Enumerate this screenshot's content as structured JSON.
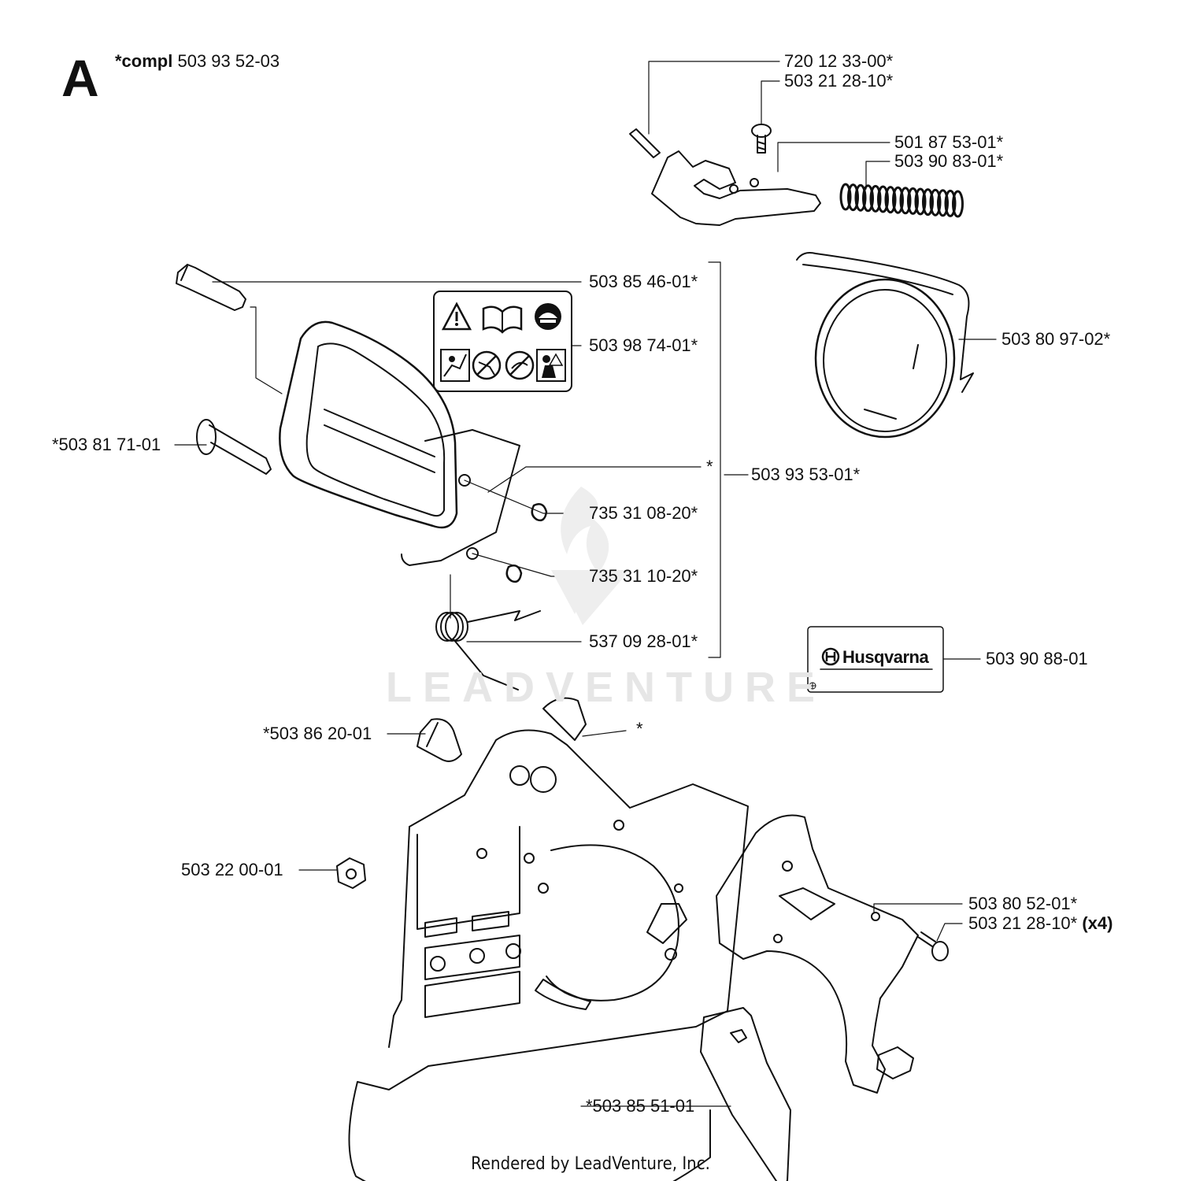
{
  "section_letter": "A",
  "compl_prefix": "*compl",
  "compl_number": "503 93 52-03",
  "labels": {
    "p72012": "720 12 33-00*",
    "p50321_top": "503 21 28-10*",
    "p50187": "501 87 53-01*",
    "p50390_83": "503 90 83-01*",
    "p50385_46": "503 85 46-01*",
    "p50398": "503 98 74-01*",
    "p50380_97": "503 80 97-02*",
    "p50381": "*503 81 71-01",
    "star1": "*",
    "p50393_53": "503 93 53-01*",
    "p73531_08": "735 31 08-20*",
    "p73531_10": "735 31 10-20*",
    "p53709": "537 09 28-01*",
    "p50390_88": "503 90 88-01",
    "p50386": "*503 86 20-01",
    "star2": "*",
    "p50322": "503 22 00-01",
    "p50380_52": "503 80 52-01*",
    "p50321_bottom": "503 21 28-10*",
    "x4": "(x4)",
    "p50385_51": "*503 85 51-01"
  },
  "decal_brand": "Husqvarna",
  "watermark": "LEADVENTURE",
  "footer": "Rendered by LeadVenture, Inc.",
  "icons": [
    "warning-icon",
    "manual-icon",
    "helmet-icon",
    "kickback-icon",
    "no-one-hand-icon",
    "no-tip-icon",
    "two-hand-icon",
    "chainsaw-logo-icon"
  ]
}
